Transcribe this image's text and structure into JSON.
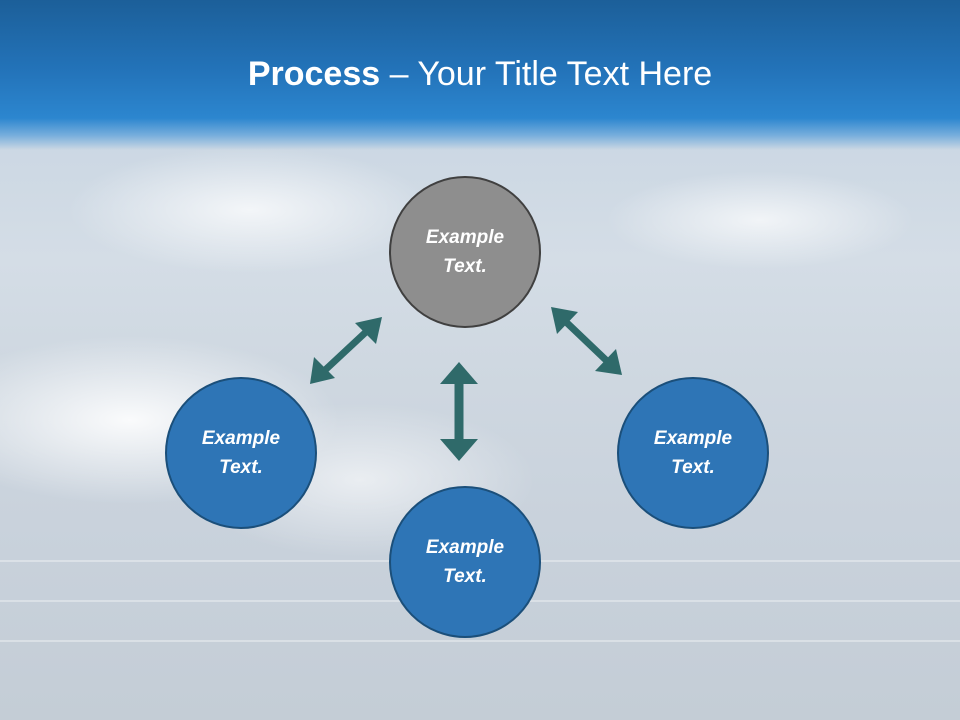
{
  "slide": {
    "title_bold": "Process",
    "title_separator": " – ",
    "title_rest": "Your Title Text Here"
  },
  "colors": {
    "header": "#2373b9",
    "node_fill": "#2e75b6",
    "node_border": "#1b4f7a",
    "center_node_fill": "#8e8e8e",
    "arrow": "#2f6a6a"
  },
  "diagram": {
    "nodes": [
      {
        "id": "top",
        "line1": "Example",
        "line2": "Text."
      },
      {
        "id": "left",
        "line1": "Example",
        "line2": "Text."
      },
      {
        "id": "right",
        "line1": "Example",
        "line2": "Text."
      },
      {
        "id": "bottom",
        "line1": "Example",
        "line2": "Text."
      }
    ],
    "connectors": [
      {
        "from": "top",
        "to": "left",
        "style": "double-arrow"
      },
      {
        "from": "top",
        "to": "right",
        "style": "double-arrow"
      },
      {
        "from": "top",
        "to": "bottom",
        "style": "double-arrow"
      }
    ]
  }
}
